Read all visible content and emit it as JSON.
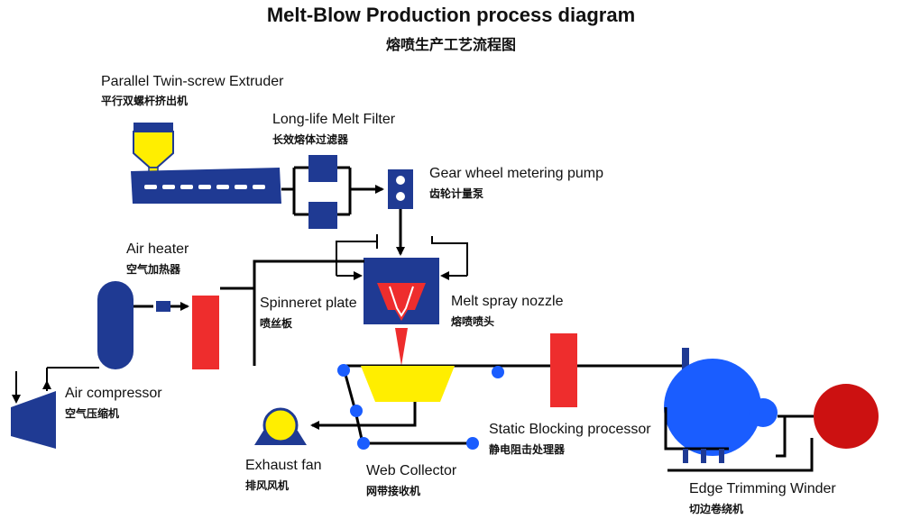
{
  "title": {
    "en": "Melt-Blow Production process diagram",
    "cn": "熔喷生产工艺流程图"
  },
  "colors": {
    "equipment_blue": "#1f3a93",
    "bright_blue": "#1a5dff",
    "heater_red": "#ee2d2d",
    "hopper_yellow": "#ffee00",
    "winder_red": "#cc1111",
    "line_black": "#000000"
  },
  "labels": {
    "extruder": {
      "en": "Parallel Twin-screw Extruder",
      "cn": "平行双螺杆挤出机"
    },
    "filter": {
      "en": "Long-life Melt Filter",
      "cn": "长效熔体过滤器"
    },
    "pump": {
      "en": "Gear wheel metering pump",
      "cn": "齿轮计量泵"
    },
    "heater": {
      "en": "Air heater",
      "cn": "空气加热器"
    },
    "spinneret": {
      "en": "Spinneret plate",
      "cn": "喷丝板"
    },
    "nozzle": {
      "en": "Melt spray nozzle",
      "cn": "熔喷喷头"
    },
    "compressor": {
      "en": "Air compressor",
      "cn": "空气压缩机"
    },
    "static": {
      "en": "Static Blocking processor",
      "cn": "静电阻击处理器"
    },
    "fan": {
      "en": "Exhaust fan",
      "cn": "排风风机"
    },
    "collector": {
      "en": "Web Collector",
      "cn": "网带接收机"
    },
    "winder": {
      "en": "Edge Trimming Winder",
      "cn": "切边卷绕机"
    }
  }
}
